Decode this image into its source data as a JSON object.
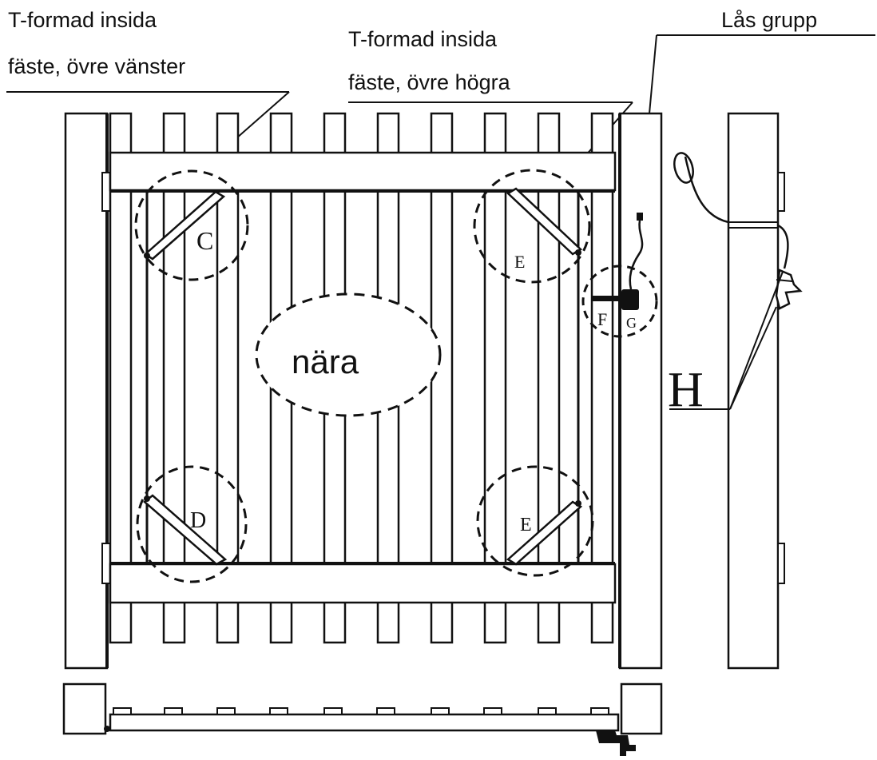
{
  "labels": {
    "left_bracket_line1": "T-formad  insida",
    "left_bracket_line2": "fäste,  övre  vänster",
    "right_bracket_line1": "T-formad  insida",
    "right_bracket_line2": "fäste,  övre  högra",
    "lock_group": "Lås  grupp",
    "close": "nära"
  },
  "markers": {
    "c": "C",
    "d": "D",
    "e_top": "E",
    "e_bottom": "E",
    "f": "F",
    "g": "G",
    "h": "H"
  },
  "colors": {
    "stroke": "#111111",
    "background": "#ffffff"
  }
}
